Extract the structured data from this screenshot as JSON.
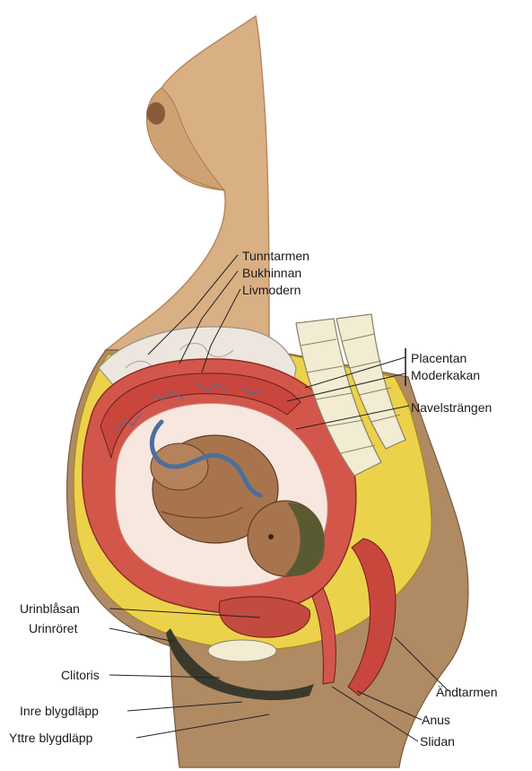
{
  "labels": {
    "tunntarmen": "Tunntarmen",
    "bukhinnan": "Bukhinnan",
    "livmodern": "Livmodern",
    "placentan": "Placentan",
    "moderkakan": "Moderkakan",
    "navelstrangen": "Navelsträngen",
    "urinblasan": "Urinblåsan",
    "urinroret": "Urinröret",
    "clitoris": "Clitoris",
    "inre_blygdlapp": "Inre blygdläpp",
    "yttre_blygdlapp": "Yttre blygdläpp",
    "andtarmen": "Ändtarmen",
    "anus": "Anus",
    "slidan": "Slidan"
  },
  "colors": {
    "skin": "#d9b084",
    "skin_shadow": "#b8895e",
    "fat_yellow": "#ecd24a",
    "uterus_red": "#d2574a",
    "uterus_inner": "#f0b9ac",
    "amniotic": "#f7e7df",
    "placenta": "#c9463d",
    "vessel_blue": "#4b6f9c",
    "fetus": "#a8744e",
    "spine_bone": "#f2ecd2",
    "intestine": "#ece6df",
    "hair": "#3a3a2c",
    "line": "#222222"
  }
}
